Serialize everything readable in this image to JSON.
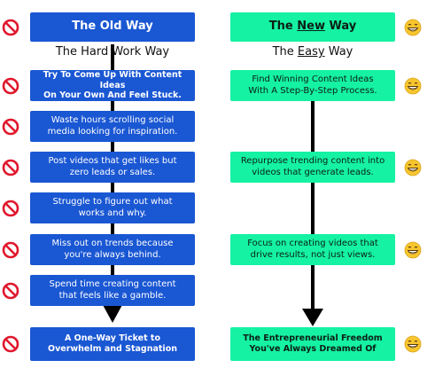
{
  "old_way": {
    "title": "The Old Way",
    "subtitle": "The Hard Work Way",
    "steps": [
      {
        "line1": "Try To Come Up With Content Ideas",
        "line2": "On Your Own And Feel Stuck."
      },
      {
        "line1": "Waste hours scrolling social",
        "line2": "media looking for inspiration."
      },
      {
        "line1": "Post videos that get likes but",
        "line2": "zero leads or sales."
      },
      {
        "line1": "Struggle to figure out what",
        "line2": "works and why."
      },
      {
        "line1": "Miss out on trends because",
        "line2": "you're always behind."
      },
      {
        "line1": "Spend time creating content",
        "line2": "that feels like a gamble."
      }
    ],
    "result": {
      "line1": "A One-Way Ticket to",
      "line2": "Overwhelm and Stagnation"
    }
  },
  "new_way": {
    "title_pre": "The ",
    "title_emph": "New",
    "title_post": " Way",
    "subtitle_pre": "The ",
    "subtitle_emph": "Easy",
    "subtitle_post": " Way",
    "steps": [
      {
        "line1": "Find Winning Content Ideas",
        "line2": "With A Step-By-Step Process."
      },
      {
        "line1": "Repurpose trending content into",
        "line2": "videos that generate leads."
      },
      {
        "line1": "Focus on creating videos that",
        "line2": "drive results, not just views."
      }
    ],
    "result": {
      "line1": "The Entrepreneurial Freedom",
      "line2": "You've Always Dreamed Of"
    }
  },
  "icons": {
    "old_side": "no-entry-icon",
    "new_side": "grinning-face-icon"
  },
  "colors": {
    "old_box": "#1a57d3",
    "new_box": "#15f2a3",
    "no_icon": "#e0182d",
    "emoji": "#f7c62f"
  }
}
